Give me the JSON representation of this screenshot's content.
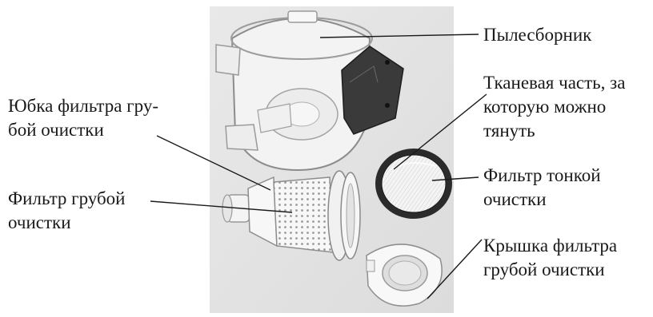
{
  "labels": {
    "dust_container": [
      "Пылесборник"
    ],
    "fabric_part": [
      "Тканевая часть, за",
      "которую можно",
      "тянуть"
    ],
    "coarse_filter_skirt": [
      "Юбка фильтра гру-",
      "бой очистки"
    ],
    "coarse_filter": [
      "Фильтр грубой",
      "очистки"
    ],
    "fine_filter": [
      "Фильтр тонкой",
      "очистки"
    ],
    "coarse_filter_cover": [
      "Крышка фильтра",
      "грубой очистки"
    ]
  },
  "colors": {
    "photo_bg": "#e4e4e4",
    "plastic": "#f2f2f2",
    "outline": "#8c8c8c",
    "dark_part": "#3a3a3a",
    "leader_line": "#1a1a1a"
  }
}
